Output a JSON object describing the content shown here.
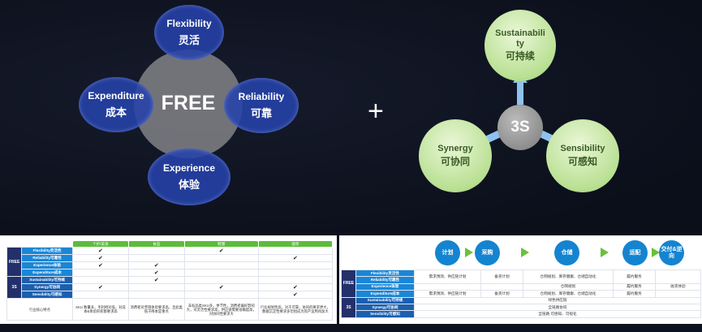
{
  "free_diagram": {
    "center": "FREE",
    "items": [
      {
        "en": "Flexibility",
        "cn": "灵活"
      },
      {
        "en": "Reliability",
        "cn": "可靠"
      },
      {
        "en": "Experience",
        "cn": "体验"
      },
      {
        "en": "Expenditure",
        "cn": "成本"
      }
    ]
  },
  "plus": "+",
  "s3_diagram": {
    "center": "3S",
    "items": [
      {
        "en": "Sustainabili ty",
        "cn": "可持续"
      },
      {
        "en": "Synergy",
        "cn": "可协同"
      },
      {
        "en": "Sensibility",
        "cn": "可感知"
      }
    ]
  },
  "left_table": {
    "columns": [
      "个护/美妆",
      "食品",
      "鞋服",
      "烟草"
    ],
    "groups": [
      "FREE",
      "3S"
    ],
    "rows": [
      {
        "label": "Flexibility灵活性",
        "checks": [
          true,
          false,
          true,
          false
        ]
      },
      {
        "label": "Reliability可靠性",
        "checks": [
          true,
          false,
          false,
          true
        ]
      },
      {
        "label": "Experience体验",
        "checks": [
          true,
          true,
          false,
          false
        ]
      },
      {
        "label": "Expenditure成本",
        "checks": [
          false,
          true,
          false,
          false
        ]
      },
      {
        "label": "Sustainability可持续",
        "checks": [
          false,
          true,
          false,
          false
        ]
      },
      {
        "label": "Synergy可协同",
        "checks": [
          true,
          false,
          true,
          true
        ]
      },
      {
        "label": "Sensibility可感知",
        "checks": [
          false,
          false,
          false,
          true
        ]
      }
    ],
    "check_mark": "✔",
    "desc_label": "行业核心特点",
    "descs": [
      "SKU 数量多，毛利相对低，对成本&体验的权衡要求高",
      "消费者对营销体验要求高，且此类低于降本是重点",
      "非标品类SKU多，季节性，消费者偏好影响大，对灵活性要求高，供应链需要准确度高，对协同性要求大",
      "行业规划性高，对于可靠，协同的要求更大，数据沉淀性要求多但组成为资产运用再加大"
    ]
  },
  "right_table": {
    "steps": [
      "计划",
      "采购",
      "仓储",
      "运配",
      "交付&逆向"
    ],
    "groups": [
      "FREE",
      "3S"
    ],
    "labels": [
      "Flexibility灵活性",
      "Reliability可靠性",
      "Experience体验",
      "Expenditure成本",
      "Sustainability可持续",
      "Synergy可协同",
      "Sensibility可感知"
    ],
    "fr_row": [
      "需求预测、供应链计划",
      "备货计划",
      "仓网规划、库存健康、仓储自动化",
      "履约服务",
      ""
    ],
    "exp_row": [
      "",
      "",
      "仓网规划",
      "履约服务",
      "收货体验"
    ],
    "expd_row": [
      "需求预测、供应链计划",
      "备货计划",
      "仓网规划、库存健康、仓储自动化",
      "履约服务",
      ""
    ],
    "s3_rows": [
      "绿色供应链",
      "全链路协同",
      "全链路 可感知、可视化"
    ]
  }
}
